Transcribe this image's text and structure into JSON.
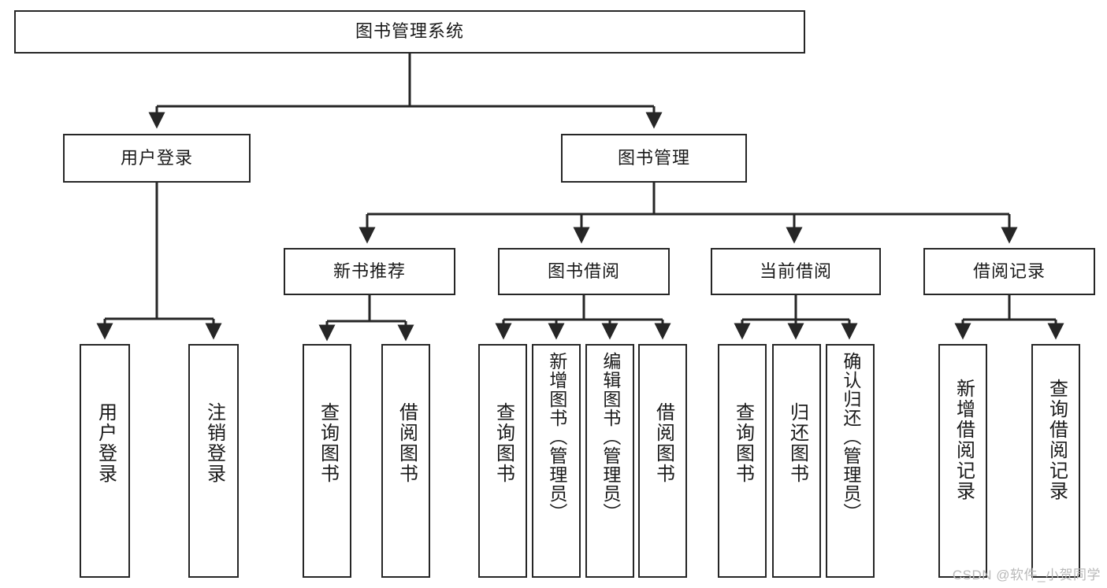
{
  "diagram": {
    "type": "tree-hierarchy",
    "title": "图书管理系统",
    "orientation": "top-down",
    "colors": {
      "box_border": "#262626",
      "box_fill": "#ffffff",
      "edge": "#262626",
      "text": "#1a1a1a",
      "watermark": "#b9b9b9",
      "background": "#ffffff"
    },
    "root": {
      "label": "图书管理系统"
    },
    "level2": [
      {
        "label": "用户登录"
      },
      {
        "label": "图书管理"
      }
    ],
    "level3": [
      {
        "label": "新书推荐"
      },
      {
        "label": "图书借阅"
      },
      {
        "label": "当前借阅"
      },
      {
        "label": "借阅记录"
      }
    ],
    "leaves": {
      "user_login": [
        {
          "label": "用户登录"
        },
        {
          "label": "注销登录"
        }
      ],
      "new_book_rec": [
        {
          "label": "查询图书"
        },
        {
          "label": "借阅图书"
        }
      ],
      "book_borrow": [
        {
          "label": "查询图书"
        },
        {
          "label": "新增图书（管理员）"
        },
        {
          "label": "编辑图书（管理员）"
        },
        {
          "label": "借阅图书"
        }
      ],
      "current_borrow": [
        {
          "label": "查询图书"
        },
        {
          "label": "归还图书"
        },
        {
          "label": "确认归还（管理员）"
        }
      ],
      "borrow_record": [
        {
          "label": "新增借阅记录"
        },
        {
          "label": "查询借阅记录"
        }
      ]
    }
  },
  "watermark": {
    "text": "CSDN @软件_小贺同学"
  }
}
